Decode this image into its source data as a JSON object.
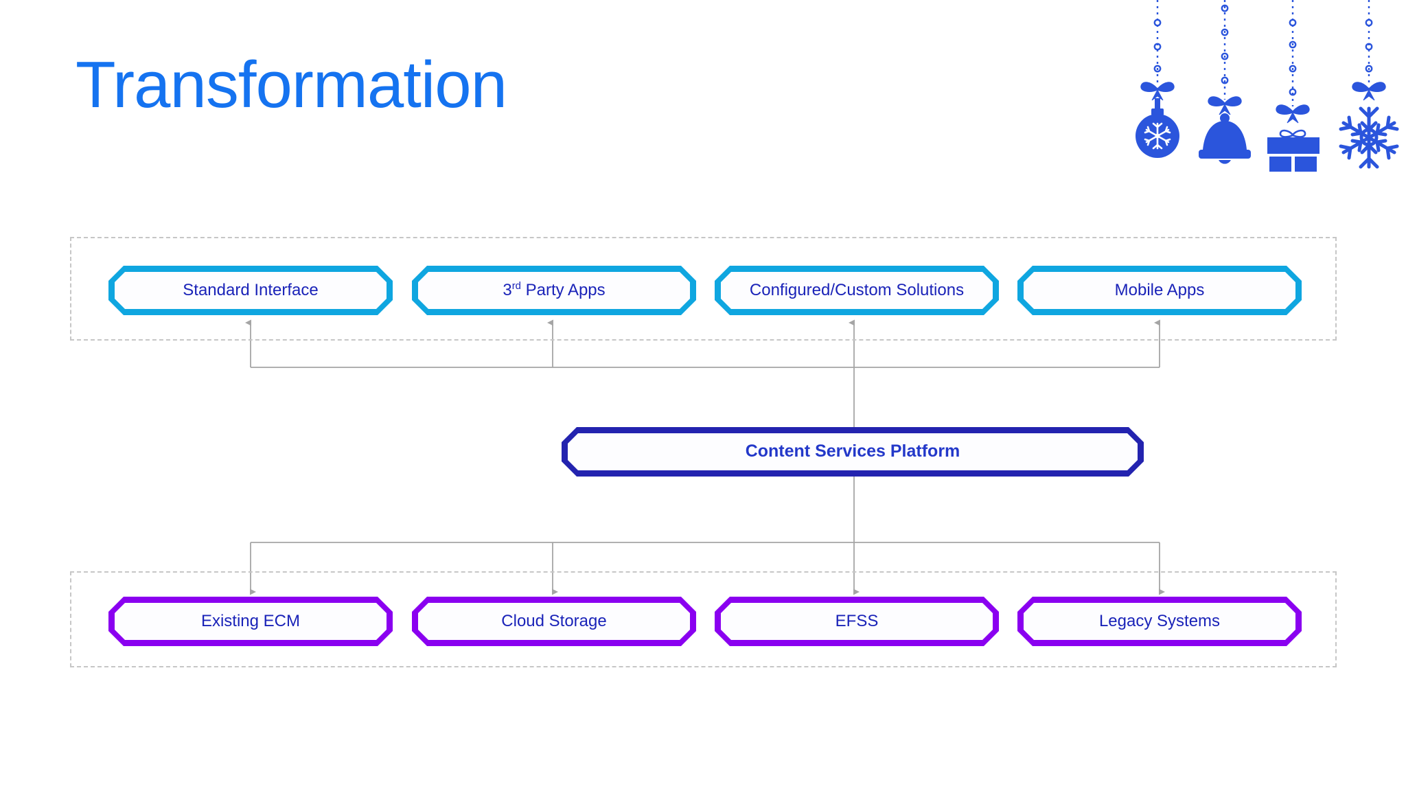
{
  "slide": {
    "title": "Transformation",
    "title_color": "#1573F0",
    "background": "#ffffff"
  },
  "decorations": {
    "items": [
      {
        "icon": "christmas-bauble-icon",
        "label": "Bauble ornament with snowflake"
      },
      {
        "icon": "christmas-bell-icon",
        "label": "Bell ornament"
      },
      {
        "icon": "christmas-gift-icon",
        "label": "Gift box ornament"
      },
      {
        "icon": "christmas-snowflake-icon",
        "label": "Snowflake ornament"
      }
    ],
    "color": "#2B55DC"
  },
  "diagram": {
    "type": "layered-architecture",
    "colors": {
      "top_layer_border": "#0FA6E0",
      "bottom_layer_border": "#8A00F0",
      "platform_border": "#2323AF",
      "node_text": "#1a23b8",
      "platform_text": "#2338c9",
      "connector": "#9a9a9a",
      "group_outline": "#c6c6c6",
      "node_fill": "#fdfdff"
    },
    "top_layer": {
      "name": "consumption-layer",
      "nodes": [
        {
          "label": "Standard Interface",
          "sup": ""
        },
        {
          "label_prefix": "3",
          "sup": "rd",
          "label_suffix": " Party Apps"
        },
        {
          "label": "Configured/Custom Solutions",
          "sup": ""
        },
        {
          "label": "Mobile Apps",
          "sup": ""
        }
      ]
    },
    "platform": {
      "label": "Content Services Platform"
    },
    "bottom_layer": {
      "name": "repository-layer",
      "nodes": [
        {
          "label": "Existing ECM"
        },
        {
          "label": "Cloud Storage"
        },
        {
          "label": "EFSS"
        },
        {
          "label": "Legacy Systems"
        }
      ]
    },
    "connectors": {
      "upward_arrow_count": 4,
      "downward_arrow_count": 4,
      "direction_top": "platform-to-top-layer",
      "direction_bottom": "platform-to-bottom-layer"
    }
  }
}
